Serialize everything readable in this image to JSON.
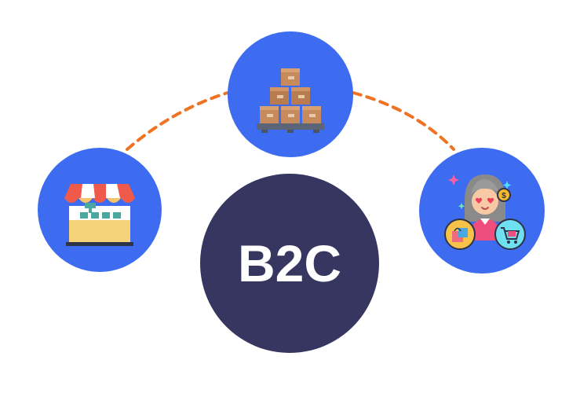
{
  "diagram": {
    "center_label": "B2C",
    "nodes": [
      {
        "role": "warehouse",
        "icon": "stacked-boxes-icon"
      },
      {
        "role": "store",
        "icon": "storefront-icon"
      },
      {
        "role": "customer",
        "icon": "shopper-icon"
      }
    ]
  },
  "colors": {
    "node_fill": "#3d6cf0",
    "center_fill": "#363660",
    "connector": "#ee7424",
    "center_text": "#ffffff"
  }
}
